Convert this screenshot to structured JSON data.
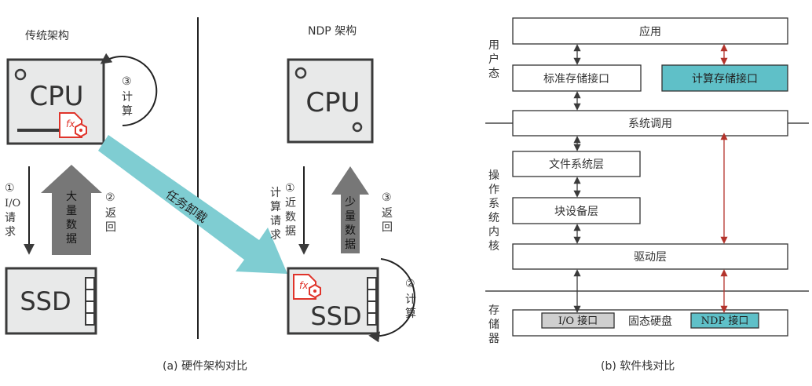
{
  "colors": {
    "gray_box": "#e8e9e9",
    "dark_gray": "#3a3a3a",
    "teal": "#7fcdd2",
    "teal_fill": "#5fc0c8",
    "red": "#e0342b",
    "dark_red": "#b3332b",
    "big_arrow_gray": "#777777",
    "iface_gray": "#cfcfcf"
  },
  "icons": [
    "cpu-chip-icon",
    "ssd-drive-icon",
    "fx-function-icon",
    "cycle-arrow-icon"
  ],
  "left": {
    "traditional_title": "传统架构",
    "ndp_title": "NDP 架构",
    "cpu_label": "CPU",
    "ssd_label": "SSD",
    "compute_num": "③",
    "compute_chars": [
      "计",
      "算"
    ],
    "io_num": "①",
    "io_text": "I/O",
    "io_chars": [
      "请",
      "求"
    ],
    "big_data_chars": [
      "大",
      "量",
      "数",
      "据"
    ],
    "return_num": "②",
    "return_chars": [
      "返",
      "回"
    ],
    "offload_text": "任务卸载",
    "ndp_req_num": "①",
    "ndp_req_col1": [
      "计",
      "算",
      "请",
      "求"
    ],
    "ndp_req_col2": [
      "近",
      "数",
      "据"
    ],
    "small_data_chars": [
      "少",
      "量",
      "数",
      "据"
    ],
    "ndp_return_num": "③",
    "ndp_return_chars": [
      "返",
      "回"
    ],
    "ndp_compute_num": "②",
    "ndp_compute_chars": [
      "计",
      "算"
    ],
    "fx_text": "fx",
    "caption": "(a) 硬件架构对比"
  },
  "right": {
    "user_label_chars": [
      "用",
      "户",
      "态"
    ],
    "kernel_label_chars": [
      "操",
      "作",
      "系",
      "统",
      "内",
      "核"
    ],
    "storage_label_chars": [
      "存",
      "储",
      "器"
    ],
    "app": "应用",
    "std_if": "标准存储接口",
    "comp_if": "计算存储接口",
    "syscall": "系统调用",
    "fs": "文件系统层",
    "block": "块设备层",
    "driver": "驱动层",
    "io_if": "I/O 接口",
    "ssd": "固态硬盘",
    "ndp_if": "NDP 接口",
    "caption": "(b) 软件栈对比"
  }
}
